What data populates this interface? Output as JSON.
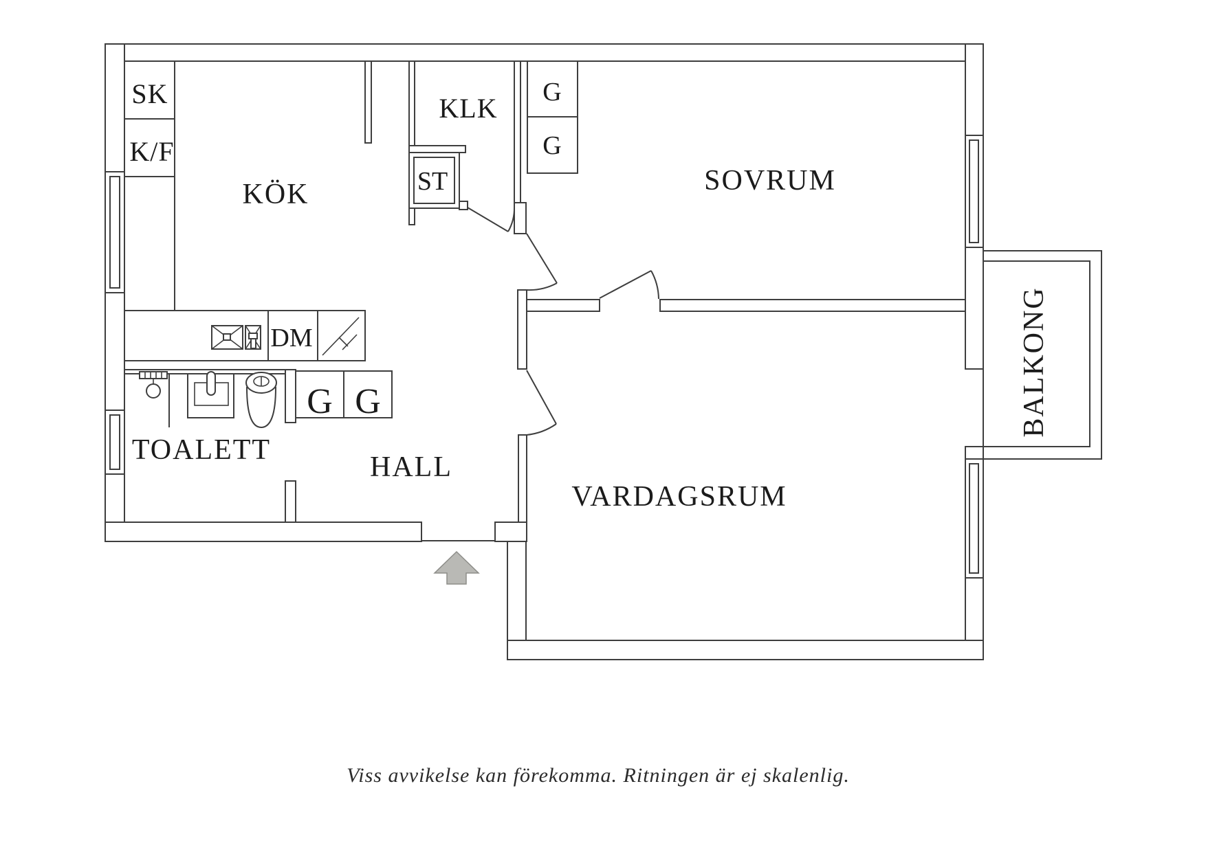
{
  "floorplan": {
    "rooms": {
      "kitchen": "KÖK",
      "closet": "KLK",
      "bedroom": "SOVRUM",
      "living_room": "VARDAGSRUM",
      "toilet": "TOALETT",
      "hall": "HALL",
      "balcony": "BALKONG"
    },
    "cabinets": {
      "cleaning_closet": "SK",
      "fridge_freezer": "K/F",
      "storage": "ST",
      "dishwasher": "DM",
      "wardrobe": "G"
    },
    "caption": "Viss avvikelse kan förekomma. Ritningen är ej skalenlig.",
    "colors": {
      "ink": "#3e3e3e",
      "label": "#1b1b1b",
      "arrow_fill": "#b9b9b5",
      "arrow_stroke": "#8d8d89",
      "background": "#ffffff"
    },
    "icons": {
      "entrance": "entrance-arrow-up-icon",
      "window": "window-icon",
      "door": "door-swing-icon",
      "kitchen_sink": "double-sink-icon",
      "stove": "stove-icon",
      "shower": "shower-icon",
      "washbasin": "washbasin-icon",
      "wc": "toilet-icon"
    }
  }
}
